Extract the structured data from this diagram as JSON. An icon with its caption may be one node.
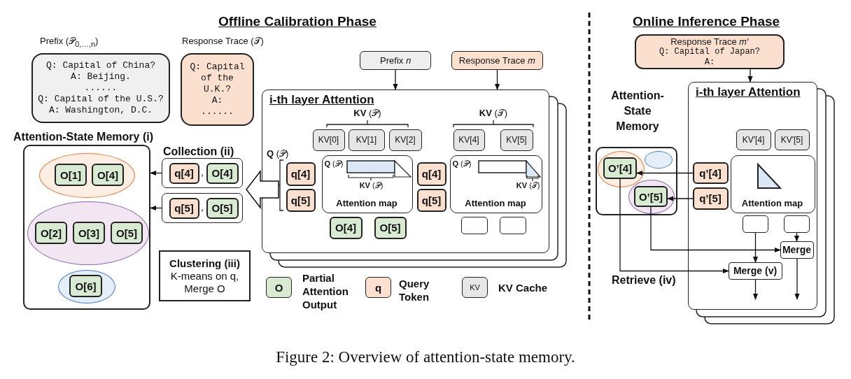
{
  "diagram": {
    "caption": "Figure 2: Overview of attention-state memory.",
    "nodes": [
      {
        "text": [
          "Prefix (𝒫$_{0,…,n}$)",
          "Q: Capital of China?",
          "A: Beijing.",
          "......",
          "Q: Capital of the U.S.?",
          "A: Washington, D.C."
        ]
      },
      {
        "text": [
          "Response Trace (𝒯)",
          "Q: Capital of the U.K.?",
          "A:",
          "......"
        ]
      },
      {
        "text": [
          "Attention-State Memory (i)"
        ]
      },
      {
        "text": [],
        "shape": "ellipse",
        "in": 2
      },
      {
        "text": [
          "O[1]"
        ],
        "in": 3
      },
      {
        "text": [
          "O[4]"
        ],
        "in": 3
      },
      {
        "text": [],
        "shape": "ellipse",
        "in": 2
      },
      {
        "text": [
          "O[2]"
        ],
        "in": 6
      },
      {
        "text": [
          "O[3]"
        ],
        "in": 6
      },
      {
        "text": [
          "O[5]"
        ],
        "in": 6
      },
      {
        "text": [],
        "shape": "ellipse",
        "in": 2
      },
      {
        "text": [
          "O[6]"
        ],
        "in": 10
      },
      {
        "text": [
          ","
        ]
      },
      {
        "text": [
          "q[4]"
        ],
        "in": 12
      },
      {
        "text": [
          "O[4]"
        ],
        "in": 12
      },
      {
        "text": [
          ","
        ]
      },
      {
        "text": [
          "q[5]"
        ],
        "in": 15
      },
      {
        "text": [
          "O[5]"
        ],
        "in": 15
      },
      {
        "text": [
          "Clustering (iii)",
          "K-means on q, Merge O"
        ]
      },
      {
        "text": [
          "Prefix 𝑛"
        ]
      },
      {
        "text": [
          "Response Trace 𝑚"
        ]
      },
      {
        "text": [
          "i-th layer Attention"
        ]
      },
      {
        "text": [
          "KV[0]"
        ],
        "in": 21
      },
      {
        "text": [
          "KV[1]"
        ],
        "in": 21
      },
      {
        "text": [
          "KV[2]"
        ],
        "in": 21
      },
      {
        "text": [
          "KV[4]"
        ],
        "in": 21
      },
      {
        "text": [
          "KV[5]"
        ],
        "in": 21
      },
      {
        "text": [
          "q[4]"
        ],
        "in": 21
      },
      {
        "text": [
          "q[5]"
        ],
        "in": 21
      },
      {
        "text": [
          "**Q** (𝒫)",
          "**KV** (𝒫)",
          "Attention map"
        ],
        "in": 21
      },
      {
        "text": [
          "q[4]"
        ],
        "in": 21
      },
      {
        "text": [
          "q[5]"
        ],
        "in": 21
      },
      {
        "text": [
          "**Q** (𝒫)",
          "**KV** (𝒯)",
          "Attention map"
        ],
        "in": 21
      },
      {
        "text": [
          "O[4]"
        ],
        "in": 21
      },
      {
        "text": [
          "O[5]"
        ],
        "in": 21
      },
      {
        "text": [],
        "shape": "box",
        "in": 21
      },
      {
        "text": [],
        "shape": "box",
        "in": 21
      },
      {
        "text": [
          "Response Trace 𝑚′",
          "Q: Capital of Japan?",
          "A:"
        ]
      },
      {
        "text": [
          "Attention-State Memory"
        ]
      },
      {
        "text": [],
        "shape": "ellipse",
        "in": 38
      },
      {
        "text": [
          "O’[4]"
        ],
        "in": 39
      },
      {
        "text": [],
        "shape": "ellipse",
        "in": 38
      },
      {
        "text": [],
        "shape": "ellipse",
        "in": 38
      },
      {
        "text": [
          "O’[5]"
        ],
        "in": 42
      },
      {
        "text": [
          "i-th layer Attention"
        ]
      },
      {
        "text": [
          "KV'[4]"
        ],
        "in": 44
      },
      {
        "text": [
          "KV'[5]"
        ],
        "in": 44
      },
      {
        "text": [
          "q’[4]"
        ],
        "in": 44
      },
      {
        "text": [
          "q’[5]"
        ],
        "in": 44
      },
      {
        "text": [
          "Attention map"
        ],
        "in": 44
      },
      {
        "text": [],
        "shape": "box",
        "in": 44
      },
      {
        "text": [],
        "shape": "box",
        "in": 44
      },
      {
        "text": [
          "Merge"
        ],
        "in": 44
      },
      {
        "text": [
          "Merge (v)"
        ],
        "in": 44
      }
    ],
    "edges": [
      {
        "from": 19,
        "to": 21,
        "arrow": "to"
      },
      {
        "from": 20,
        "to": 21,
        "arrow": "to"
      },
      {
        "from": 21,
        "to": null,
        "arrow": "to"
      },
      {
        "from": 12,
        "to": 2,
        "arrow": "to"
      },
      {
        "from": 15,
        "to": 2,
        "arrow": "to"
      },
      {
        "from": 37,
        "to": 44,
        "arrow": "to"
      },
      {
        "from": 47,
        "to": 40,
        "arrow": "to"
      },
      {
        "from": 48,
        "to": 43,
        "arrow": "to"
      },
      {
        "from": 40,
        "to": 53,
        "arrow": "to"
      },
      {
        "from": 43,
        "to": 52,
        "arrow": "to"
      },
      {
        "from": 50,
        "to": 53,
        "arrow": "to"
      },
      {
        "from": 51,
        "to": 52,
        "arrow": "to"
      },
      {
        "from": 52,
        "to": null,
        "arrow": "to"
      },
      {
        "from": 53,
        "to": null,
        "arrow": "to"
      }
    ],
    "labels": [
      "Offline Calibration Phase",
      "Online Inference Phase",
      "Collection (ii)",
      "**KV** (𝒫)",
      "**KV** (𝒯)",
      "**Q** (𝒫)",
      "Retrieve (iv)",
      "O",
      "q",
      "KV"
    ],
    "legend": [
      {
        "text": "Partial Attention Output",
        "color": "#d9ead3"
      },
      {
        "text": "Query Token",
        "color": "#fbe0d0"
      },
      {
        "text": "KV Cache",
        "color": "#e6e6e6"
      }
    ]
  }
}
